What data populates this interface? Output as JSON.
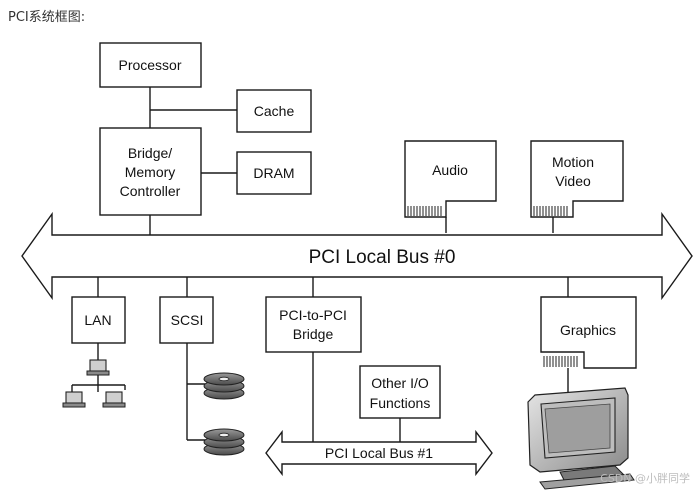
{
  "caption": "PCI系统框图:",
  "watermark": "CSDN @小胖同学",
  "diagram": {
    "processor": "Processor",
    "cache": "Cache",
    "bridge": [
      "Bridge/",
      "Memory",
      "Controller"
    ],
    "dram": "DRAM",
    "audio": "Audio",
    "motion_video": [
      "Motion",
      "Video"
    ],
    "bus0": "PCI Local Bus #0",
    "lan": "LAN",
    "scsi": "SCSI",
    "pci_bridge": [
      "PCI-to-PCI",
      "Bridge"
    ],
    "other_io": [
      "Other I/O",
      "Functions"
    ],
    "bus1": "PCI Local Bus #1",
    "graphics": "Graphics",
    "icons": [
      "lan-network-icon",
      "disk-stack-icon",
      "disk-stack-icon",
      "crt-monitor-icon"
    ]
  }
}
